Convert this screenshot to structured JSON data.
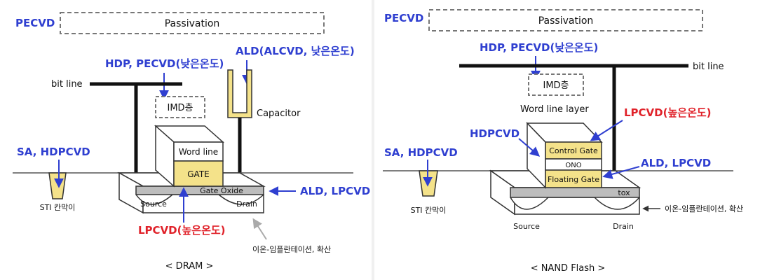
{
  "colors": {
    "process_blue": "#2f3fd0",
    "process_red": "#e0222a",
    "gate_yellow": "#f4e28a",
    "oxide_gray": "#bdbdbd",
    "line_black": "#111111"
  },
  "dram": {
    "pecvd_label": "PECVD",
    "passivation_label": "Passivation",
    "hdp_pecvd_label": "HDP, PECVD(낮은온도)",
    "ald_alcvd_label": "ALD(ALCVD, 낮은온도)",
    "bit_line_label": "bit line",
    "imd_label": "IMD층",
    "capacitor_label": "Capacitor",
    "word_line_label": "Word line",
    "gate_label": "GATE",
    "gate_oxide_label": "Gate Oxide",
    "sa_hdpcvd_label": "SA, HDPCVD",
    "sti_label": "STI 칸막이",
    "source_label": "Source",
    "drain_label": "Drain",
    "ald_lpcvd_label": "ALD, LPCVD",
    "lpcvd_label": "LPCVD(높은온도)",
    "ion_label": "이온-임플란테이션, 확산",
    "caption": "< DRAM >"
  },
  "nand": {
    "pecvd_label": "PECVD",
    "passivation_label": "Passivation",
    "hdp_pecvd_label": "HDP, PECVD(낮은온도)",
    "bit_line_label": "bit line",
    "imd_label": "IMD층",
    "word_line_layer_label": "Word line layer",
    "lpcvd_label": "LPCVD(높은온도)",
    "hdpcvd_label": "HDPCVD",
    "control_gate_label": "Control Gate",
    "ono_label": "ONO",
    "floating_gate_label": "Floating Gate",
    "ald_lpcvd_label": "ALD, LPCVD",
    "sa_hdpcvd_label": "SA, HDPCVD",
    "sti_label": "STI 칸막이",
    "tox_label": "tox",
    "ion_label": "이온-임플란테이션, 확산",
    "source_label": "Source",
    "drain_label": "Drain",
    "caption": "< NAND Flash >"
  }
}
